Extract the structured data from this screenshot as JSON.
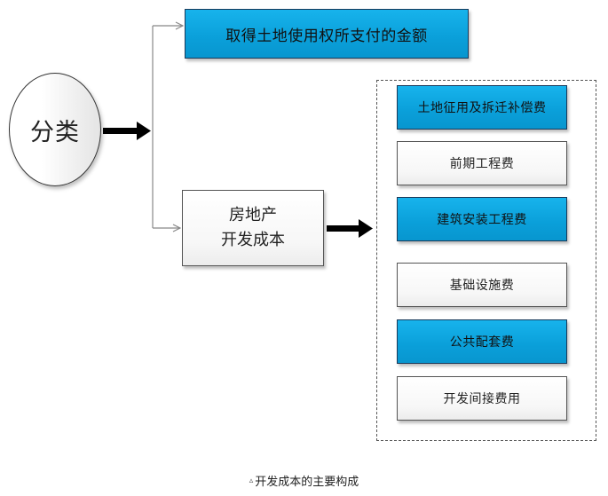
{
  "root": {
    "label": "分类"
  },
  "branch_top": {
    "label": "取得土地使用权所支付的金额"
  },
  "branch_mid": {
    "line1": "房地产",
    "line2": "开发成本"
  },
  "components": [
    {
      "label": "土地征用及拆迁补偿费",
      "style": "blue"
    },
    {
      "label": "前期工程费",
      "style": "plain"
    },
    {
      "label": "建筑安装工程费",
      "style": "blue"
    },
    {
      "label": "基础设施费",
      "style": "plain"
    },
    {
      "label": "公共配套费",
      "style": "blue"
    },
    {
      "label": "开发间接费用",
      "style": "plain"
    }
  ],
  "caption": {
    "icon": "triangle-up-icon",
    "text": "开发成本的主要构成"
  },
  "colors": {
    "accent_blue": "#0ca6e0",
    "line": "#888888",
    "arrow": "#000000"
  }
}
